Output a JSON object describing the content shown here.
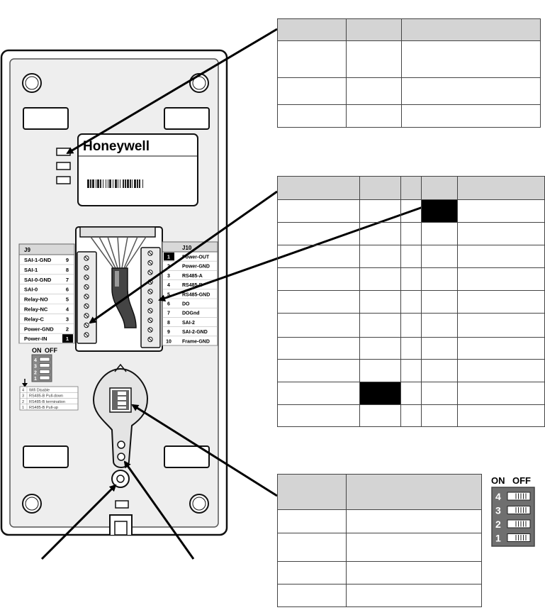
{
  "brand": "Honeywell",
  "barcode_text": "",
  "j9": {
    "header": "J9",
    "pins": [
      {
        "label": "SAI-1-GND",
        "num": "9"
      },
      {
        "label": "SAI-1",
        "num": "8"
      },
      {
        "label": "SAI-0-GND",
        "num": "7"
      },
      {
        "label": "SAI-0",
        "num": "6"
      },
      {
        "label": "Relay-NO",
        "num": "5"
      },
      {
        "label": "Relay-NC",
        "num": "4"
      },
      {
        "label": "Relay-C",
        "num": "3"
      },
      {
        "label": "Power-GND",
        "num": "2"
      },
      {
        "label": "Power-IN",
        "num": "1"
      }
    ]
  },
  "j10": {
    "header": "J10",
    "pins": [
      {
        "num": "1",
        "label": "Power-OUT"
      },
      {
        "num": "2",
        "label": "Power-GND"
      },
      {
        "num": "3",
        "label": "RS485-A"
      },
      {
        "num": "4",
        "label": "RS485-B"
      },
      {
        "num": "5",
        "label": "RS485-GND"
      },
      {
        "num": "6",
        "label": "DO"
      },
      {
        "num": "7",
        "label": "DOGnd"
      },
      {
        "num": "8",
        "label": "SAI-2"
      },
      {
        "num": "9",
        "label": "SAI-2-GND"
      },
      {
        "num": "10",
        "label": "Frame-GND"
      }
    ]
  },
  "dip_switch": {
    "on_label": "ON",
    "off_label": "OFF",
    "numbers": [
      "4",
      "3",
      "2",
      "1"
    ]
  },
  "dip_legend": [
    {
      "num": "4",
      "text": "Wifi Disable"
    },
    {
      "num": "3",
      "text": "RS485-B Pull-down"
    },
    {
      "num": "2",
      "text": "RS485-B termination"
    },
    {
      "num": "1",
      "text": "RS485-B Pull-up"
    }
  ]
}
